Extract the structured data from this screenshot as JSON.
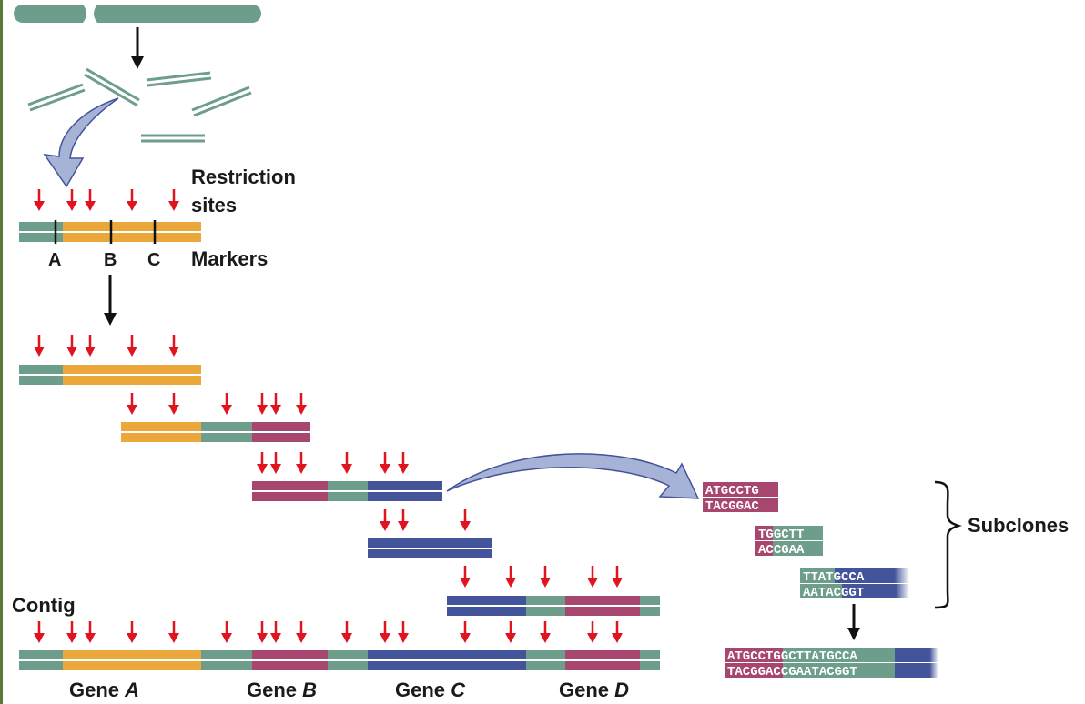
{
  "labels": {
    "restriction_sites_line1": "Restriction",
    "restriction_sites_line2": "sites",
    "markers": "Markers",
    "marker_a": "A",
    "marker_b": "B",
    "marker_c": "C",
    "contig": "Contig",
    "subclones": "Subclones",
    "gene_prefix": "Gene ",
    "gene_a": "A",
    "gene_b": "B",
    "gene_c": "C",
    "gene_d": "D"
  },
  "sequences": {
    "s1_top": "ATGCCTG",
    "s1_bot": "TACGGAC",
    "s2_top_a": "TG",
    "s2_top_b": "GCTT",
    "s2_bot_a": "AC",
    "s2_bot_b": "CGAA",
    "s3_top_a": "TTAT",
    "s3_top_b": "GCCA",
    "s3_bot_a": "AATAC",
    "s3_bot_b": "GGT",
    "full_top_a": "ATGCCT",
    "full_top_b": "GGCTTATGCCA",
    "full_bot_a": "TACGGA",
    "full_bot_b": "CCGAATACGGT"
  },
  "colors": {
    "teal": "#6d9e8c",
    "orange": "#eba73a",
    "magenta": "#a7476f",
    "blue": "#44549a",
    "arrow_red": "#e0141e",
    "big_arrow": "#a6b2d6"
  }
}
